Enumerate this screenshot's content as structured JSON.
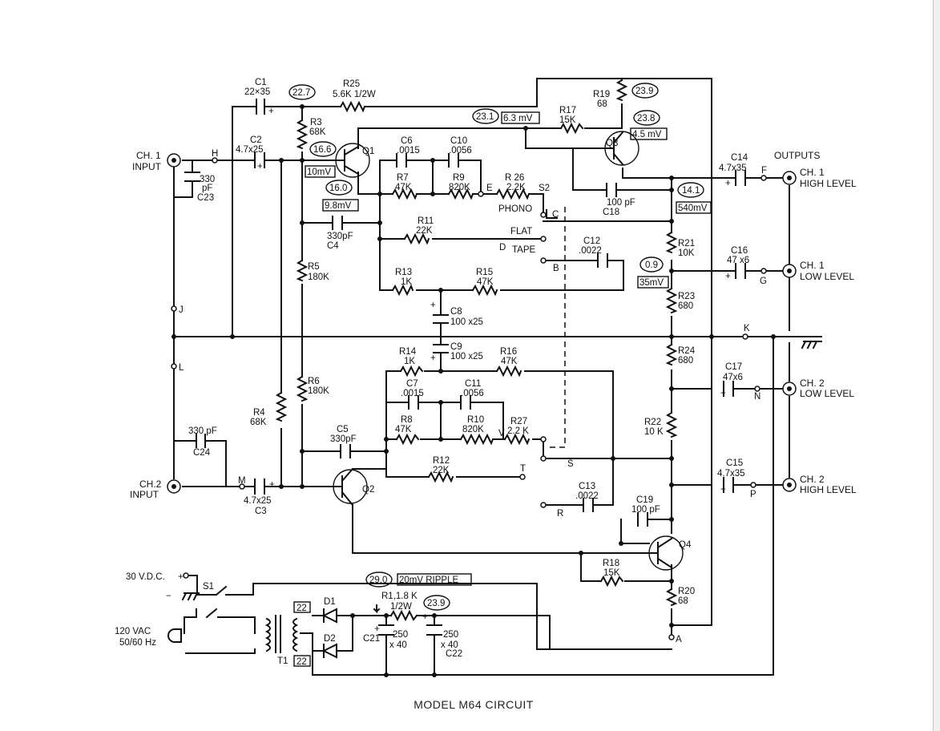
{
  "caption": "MODEL M64 CIRCUIT",
  "inputs": {
    "ch1": [
      "CH. 1",
      "INPUT"
    ],
    "ch2": [
      "CH.2",
      "INPUT"
    ]
  },
  "outputs_title": "OUTPUTS",
  "outputs": [
    [
      "CH. 1",
      "HIGH LEVEL"
    ],
    [
      "CH. 1",
      "LOW LEVEL"
    ],
    [
      "CH. 2",
      "LOW LEVEL"
    ],
    [
      "CH. 2",
      "HIGH LEVEL"
    ]
  ],
  "components": {
    "c1": [
      "C1",
      "22×35"
    ],
    "c2": [
      "C2",
      "4.7x25"
    ],
    "c3": [
      "4.7x25",
      "C3"
    ],
    "c4": [
      "330pF",
      "C4"
    ],
    "c5": [
      "C5",
      "330pF"
    ],
    "c6": [
      "C6",
      ".0015"
    ],
    "c7": [
      "C7",
      ".0015"
    ],
    "c8": [
      "C8",
      "100 x25"
    ],
    "c9": [
      "C9",
      "100 x25"
    ],
    "c10": [
      "C10",
      ".0056"
    ],
    "c11": [
      "C11",
      ".0056"
    ],
    "c12": [
      "C12",
      ".0022"
    ],
    "c13": [
      "C13",
      ".0022"
    ],
    "c14": [
      "C14",
      "4.7x35"
    ],
    "c15": [
      "C15",
      "4.7x35"
    ],
    "c16": [
      "C16",
      "47 x6"
    ],
    "c17": [
      "C17",
      "47x6"
    ],
    "c18": [
      "100 pF",
      "C18"
    ],
    "c19": [
      "C19",
      "100 pF"
    ],
    "c21": "C21",
    "c21v": [
      "250",
      "x 40"
    ],
    "c22": [
      "250",
      "x 40",
      "C22"
    ],
    "c23": [
      "330",
      "pF",
      "C23"
    ],
    "c24": [
      "330 pF",
      "C24"
    ],
    "r3": [
      "R3",
      "68K"
    ],
    "r4": [
      "R4",
      "68K"
    ],
    "r5": [
      "R5",
      "180K"
    ],
    "r6": [
      "R6",
      "180K"
    ],
    "r7": [
      "R7",
      "47K"
    ],
    "r8": [
      "R8",
      "47K"
    ],
    "r9": [
      "R9",
      "820K"
    ],
    "r10": [
      "R10",
      "820K"
    ],
    "r11": [
      "R11",
      "22K"
    ],
    "r12": [
      "R12",
      "22K"
    ],
    "r13": [
      "R13",
      "1K"
    ],
    "r14": [
      "R14",
      "1K"
    ],
    "r15": [
      "R15",
      "47K"
    ],
    "r16": [
      "R16",
      "47K"
    ],
    "r17": [
      "R17",
      "15K"
    ],
    "r18": [
      "R18",
      "15K"
    ],
    "r19": [
      "R19",
      "68"
    ],
    "r20": [
      "R20",
      "68"
    ],
    "r21": [
      "R21",
      "10K"
    ],
    "r22": [
      "R22",
      "10 K"
    ],
    "r23": [
      "R23",
      "680"
    ],
    "r24": [
      "R24",
      "680"
    ],
    "r25": [
      "R25",
      "5.6K 1/2W"
    ],
    "r26": [
      "R 26",
      "2.2K"
    ],
    "r27": [
      "R27",
      "2.2 K"
    ],
    "r1": [
      "R1,1.8 K",
      "1/2W"
    ]
  },
  "transistors": [
    "Q1",
    "Q2",
    "Q3",
    "Q4"
  ],
  "voltages": [
    "22.7",
    "16.6",
    "16.0",
    "23.1",
    "23.9",
    "23.8",
    "14.1",
    "0.9",
    "29.0",
    "23.9"
  ],
  "signal_levels": [
    "10mV",
    "9.8mV",
    "6.3 mV",
    "4.5 mV",
    "540mV",
    "35mV",
    "20mV RIPPLE"
  ],
  "switch": {
    "name": "S2",
    "positions": [
      "PHONO",
      "FLAT",
      "TAPE"
    ]
  },
  "nodes": [
    "H",
    "J",
    "L",
    "M",
    "E",
    "C",
    "D",
    "B",
    "V",
    "S",
    "T",
    "R",
    "F",
    "G",
    "K",
    "N",
    "P",
    "A"
  ],
  "power": {
    "dc": "30 V.D.C.",
    "ac": [
      "120 VAC",
      "50/60 Hz"
    ],
    "switch": "S1",
    "transformer": "T1",
    "diodes": [
      "D1",
      "D2"
    ],
    "windings": [
      "22",
      "22"
    ]
  }
}
